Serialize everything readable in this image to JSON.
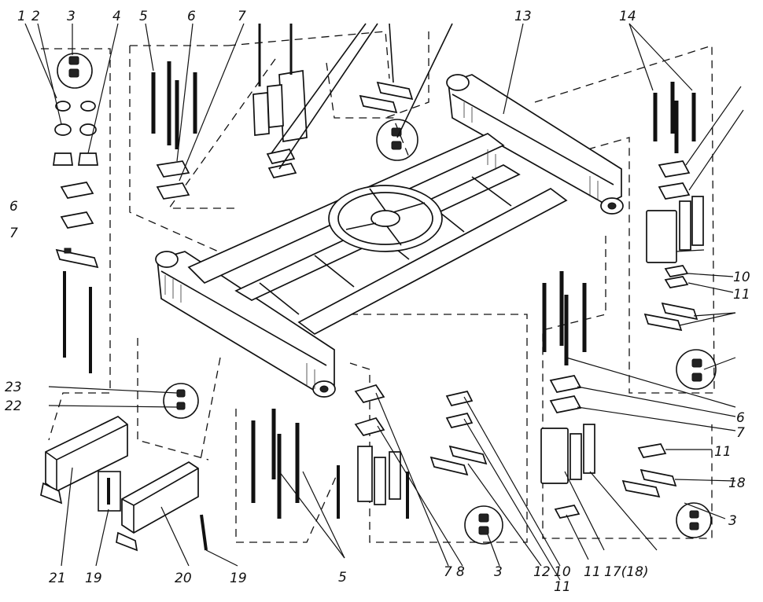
{
  "diagram": {
    "callouts": [
      {
        "id": "c1",
        "text": "1"
      },
      {
        "id": "c2",
        "text": "2"
      },
      {
        "id": "c3a",
        "text": "3"
      },
      {
        "id": "c4",
        "text": "4"
      },
      {
        "id": "c5a",
        "text": "5"
      },
      {
        "id": "c6a",
        "text": "6"
      },
      {
        "id": "c7a",
        "text": "7"
      },
      {
        "id": "c13",
        "text": "13"
      },
      {
        "id": "c14",
        "text": "14"
      },
      {
        "id": "c6b",
        "text": "6"
      },
      {
        "id": "c7b",
        "text": "7"
      },
      {
        "id": "c10a",
        "text": "10"
      },
      {
        "id": "c11a",
        "text": "11"
      },
      {
        "id": "c6c",
        "text": "6"
      },
      {
        "id": "c7c",
        "text": "7"
      },
      {
        "id": "c11b",
        "text": "11"
      },
      {
        "id": "c18",
        "text": "18"
      },
      {
        "id": "c3b",
        "text": "3"
      },
      {
        "id": "c23",
        "text": "23"
      },
      {
        "id": "c22",
        "text": "22"
      },
      {
        "id": "c21",
        "text": "21"
      },
      {
        "id": "c19a",
        "text": "19"
      },
      {
        "id": "c20",
        "text": "20"
      },
      {
        "id": "c19b",
        "text": "19"
      },
      {
        "id": "c5b",
        "text": "5"
      },
      {
        "id": "c7d",
        "text": "7"
      },
      {
        "id": "c8",
        "text": "8"
      },
      {
        "id": "c3c",
        "text": "3"
      },
      {
        "id": "c12",
        "text": "12"
      },
      {
        "id": "c10b",
        "text": "10"
      },
      {
        "id": "c11c",
        "text": "11"
      },
      {
        "id": "c11d",
        "text": "11"
      },
      {
        "id": "c17",
        "text": "17(18)"
      }
    ]
  }
}
